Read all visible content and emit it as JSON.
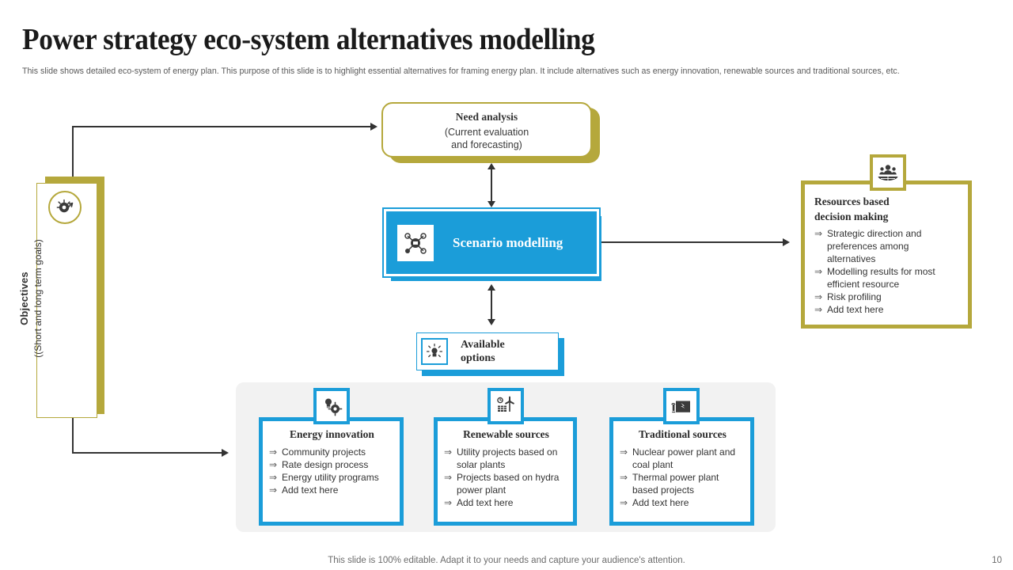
{
  "header": {
    "title": "Power strategy eco-system alternatives modelling",
    "subtitle": "This slide shows detailed eco-system of energy plan. This purpose of this slide is to highlight essential alternatives for framing energy plan. It include alternatives such as energy innovation, renewable sources and traditional sources, etc."
  },
  "colors": {
    "blue": "#1b9dd9",
    "olive": "#b5a83c",
    "panel_gray": "#f2f2f2",
    "connector": "#333333",
    "text": "#333333"
  },
  "objectives": {
    "title": "Objectives",
    "subtitle": "((Short and long term goals)",
    "icon": "target-idea-icon"
  },
  "need_analysis": {
    "title": "Need analysis",
    "line1": "(Current  evaluation",
    "line2": "and forecasting)"
  },
  "scenario": {
    "label": "Scenario modelling",
    "icon": "network-nodes-icon"
  },
  "available_options": {
    "line1": "Available",
    "line2": "options",
    "icon": "lightbulb-idea-icon"
  },
  "resources": {
    "title_line1": "Resources based",
    "title_line2": "decision making",
    "icon": "people-globe-icon",
    "bullet_mark": "⇒",
    "bullets": [
      "Strategic direction and  preferences among  alternatives",
      "Modelling results for most efficient  resource",
      "Risk profiling",
      "Add text here"
    ]
  },
  "cards": [
    {
      "title": "Energy innovation",
      "icon": "gear-bulb-icon",
      "bullets": [
        "Community  projects",
        "Rate  design process",
        "Energy utility programs",
        "Add text here"
      ]
    },
    {
      "title": "Renewable sources",
      "icon": "wind-solar-icon",
      "bullets": [
        "Utility projects based on solar  plants",
        "Projects based on hydra  power  plant",
        "Add text here"
      ]
    },
    {
      "title": "Traditional  sources",
      "icon": "power-plant-icon",
      "bullets": [
        "Nuclear power  plant and coal plant",
        "Thermal  power  plant based  projects",
        "Add text here"
      ]
    }
  ],
  "footer": {
    "note": "This slide is 100% editable. Adapt it to your needs and capture your audience's attention.",
    "page": "10"
  }
}
